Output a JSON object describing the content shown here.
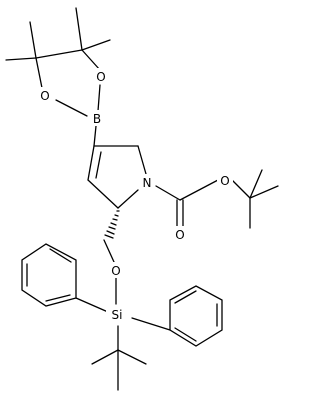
{
  "molecule": {
    "atoms": {
      "boron": "B",
      "boronate_o_top": "O",
      "boronate_o_left": "O",
      "ring_nitrogen": "N",
      "carbamate_o_ester": "O",
      "carbamate_o_carbonyl": "O",
      "silyl_ether_o": "O",
      "silicon": "Si"
    }
  },
  "colors": {
    "ink": "#000000",
    "background": "#ffffff"
  }
}
